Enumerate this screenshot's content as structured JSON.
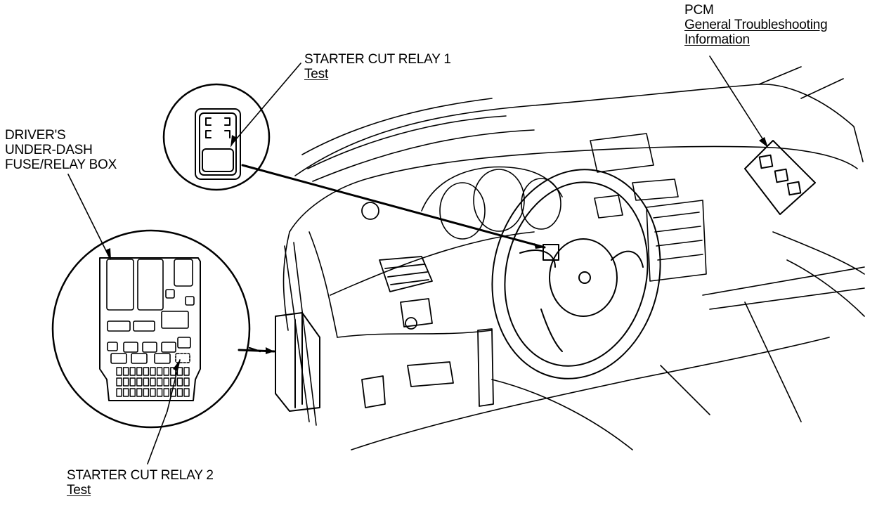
{
  "labels": {
    "pcm": {
      "title": "PCM",
      "links": [
        "General Troubleshooting",
        "Information"
      ]
    },
    "relay1": {
      "title": "STARTER CUT RELAY 1",
      "link": "Test"
    },
    "fusebox": {
      "lines": [
        "DRIVER'S",
        "UNDER-DASH",
        "FUSE/RELAY BOX"
      ]
    },
    "relay2": {
      "title": "STARTER CUT RELAY 2",
      "link": "Test"
    }
  },
  "colors": {
    "ink": "#000000",
    "paper": "#ffffff"
  }
}
